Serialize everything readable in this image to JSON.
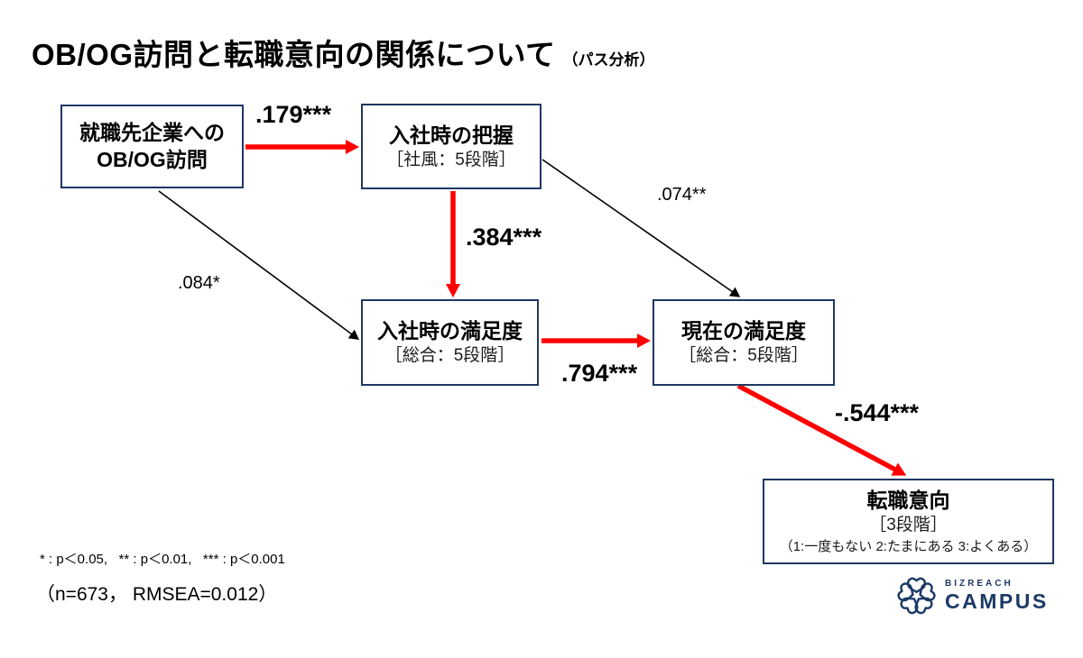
{
  "title": {
    "main": "OB/OG訪問と転職意向の関係について",
    "sub": "（パス分析）"
  },
  "nodes": {
    "visit": {
      "line1": "就職先企業への",
      "line2": "OB/OG訪問"
    },
    "grasp": {
      "title": "入社時の把握",
      "subtitle": "［社風：5段階］"
    },
    "entry_satisfaction": {
      "title": "入社時の満足度",
      "subtitle": "［総合：5段階］"
    },
    "current_satisfaction": {
      "title": "現在の満足度",
      "subtitle": "［総合：5段階］"
    },
    "turnover_intent": {
      "title": "転職意向",
      "subtitle": "［3段階］",
      "scale_note": "（1:一度もない 2:たまにある 3:よくある）"
    }
  },
  "edges": [
    {
      "from": "就職先企業へのOB/OG訪問",
      "to": "入社時の把握",
      "coefficient": ".179***",
      "style": "red-bold-arrow"
    },
    {
      "from": "入社時の把握",
      "to": "入社時の満足度",
      "coefficient": ".384***",
      "style": "red-bold-arrow"
    },
    {
      "from": "就職先企業へのOB/OG訪問",
      "to": "入社時の満足度",
      "coefficient": ".084*",
      "style": "thin-black-arrow"
    },
    {
      "from": "入社時の把握",
      "to": "現在の満足度",
      "coefficient": ".074**",
      "style": "thin-black-arrow"
    },
    {
      "from": "入社時の満足度",
      "to": "現在の満足度",
      "coefficient": ".794***",
      "style": "red-bold-arrow"
    },
    {
      "from": "現在の満足度",
      "to": "転職意向",
      "coefficient": "-.544***",
      "style": "red-bold-arrow"
    }
  ],
  "footnotes": {
    "significance": "* : p＜0.05,   ** : p＜0.01,   *** : p＜0.001",
    "stats": "（n=673， RMSEA=0.012）"
  },
  "logo": {
    "brand": "BIZREACH",
    "product": "CAMPUS"
  },
  "colors": {
    "arrow_red": "#FF0000",
    "line_black": "#000000",
    "box_border_navy": "#1F3864",
    "logo_navy": "#1C3A66",
    "background": "#FFFFFF"
  }
}
